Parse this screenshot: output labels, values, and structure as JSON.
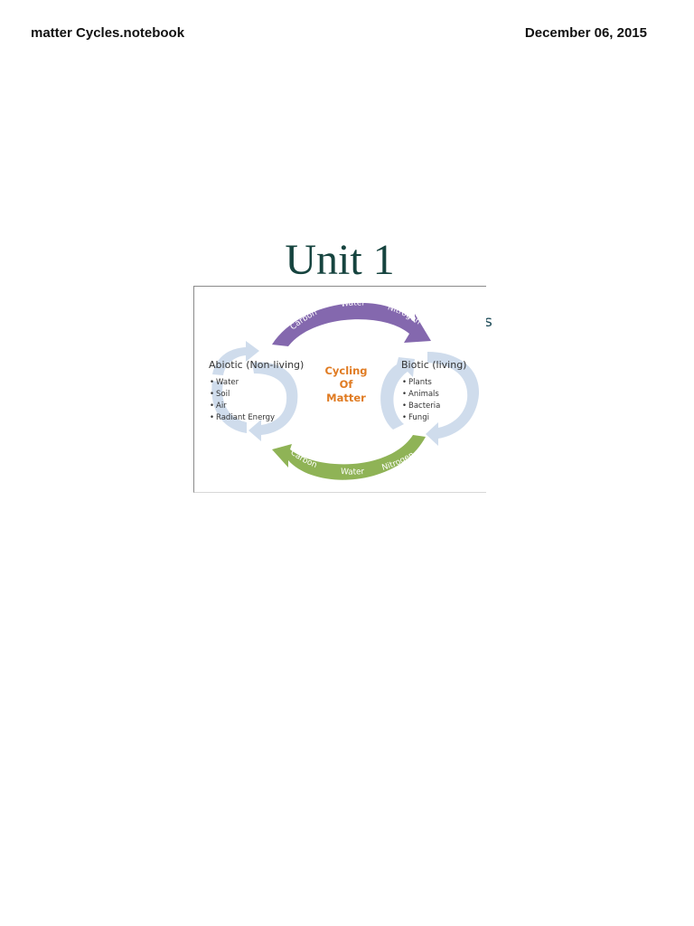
{
  "header": {
    "left_text": "matter Cycles.notebook",
    "right_text": "December 06, 2015"
  },
  "slide": {
    "title": "Unit 1",
    "hidden_text_fragment": "s"
  },
  "diagram": {
    "center_label": [
      "Cycling",
      "Of",
      "Matter"
    ],
    "abiotic": {
      "heading": "Abiotic (Non-living)",
      "items": [
        "Water",
        "Soil",
        "Air",
        "Radiant Energy"
      ]
    },
    "biotic": {
      "heading": "Biotic (living)",
      "items": [
        "Plants",
        "Animals",
        "Bacteria",
        "Fungi"
      ]
    },
    "top_arrow_labels": [
      "Carbon",
      "Water",
      "Nitrogen"
    ],
    "bottom_arrow_labels": [
      "Carbon",
      "Water",
      "Nitrogen"
    ],
    "bullet": "•",
    "colors": {
      "top_arrow": "#8468ae",
      "bottom_arrow": "#8fb356",
      "cycle_arrows": "#cfdcec",
      "center_text": "#e07b22",
      "title": "#16443f"
    }
  }
}
